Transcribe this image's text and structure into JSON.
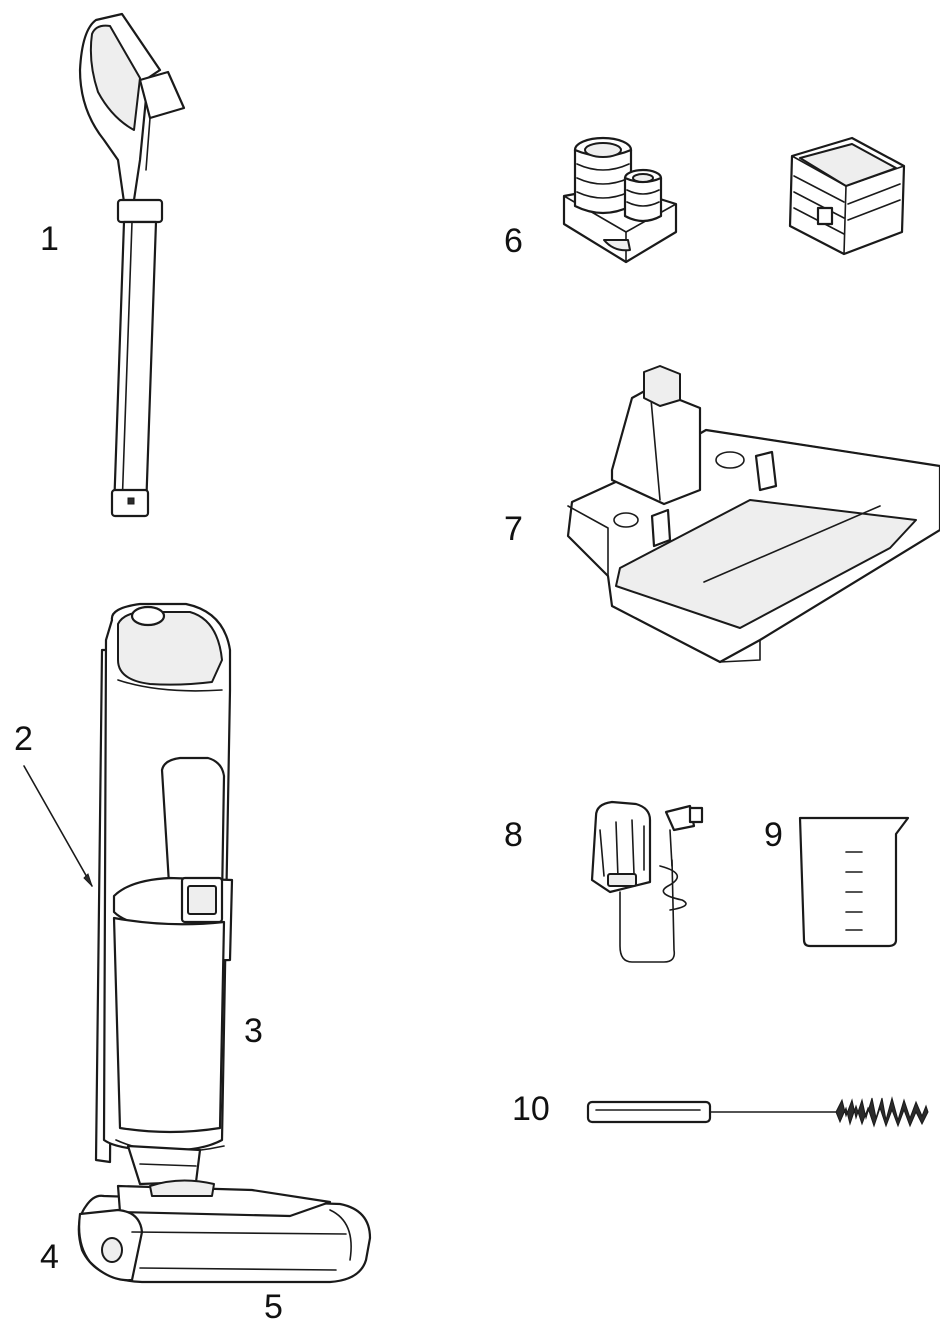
{
  "labels": {
    "l1": "1",
    "l2": "2",
    "l3": "3",
    "l4": "4",
    "l5": "5",
    "l6": "6",
    "l7": "7",
    "l8": "8",
    "l9": "9",
    "l10": "10"
  },
  "icons": {
    "part1": "handle-tube-icon",
    "part2_3": "vacuum-main-body-icon",
    "part4_5": "floor-head-roller-icon",
    "part6": "filter-set-icon",
    "part7": "charging-tray-icon",
    "part8": "power-adapter-icon",
    "part9": "measuring-cup-icon",
    "part10": "cleaning-brush-icon"
  },
  "colors": {
    "line": "#1a1a1a",
    "background": "#ffffff"
  }
}
